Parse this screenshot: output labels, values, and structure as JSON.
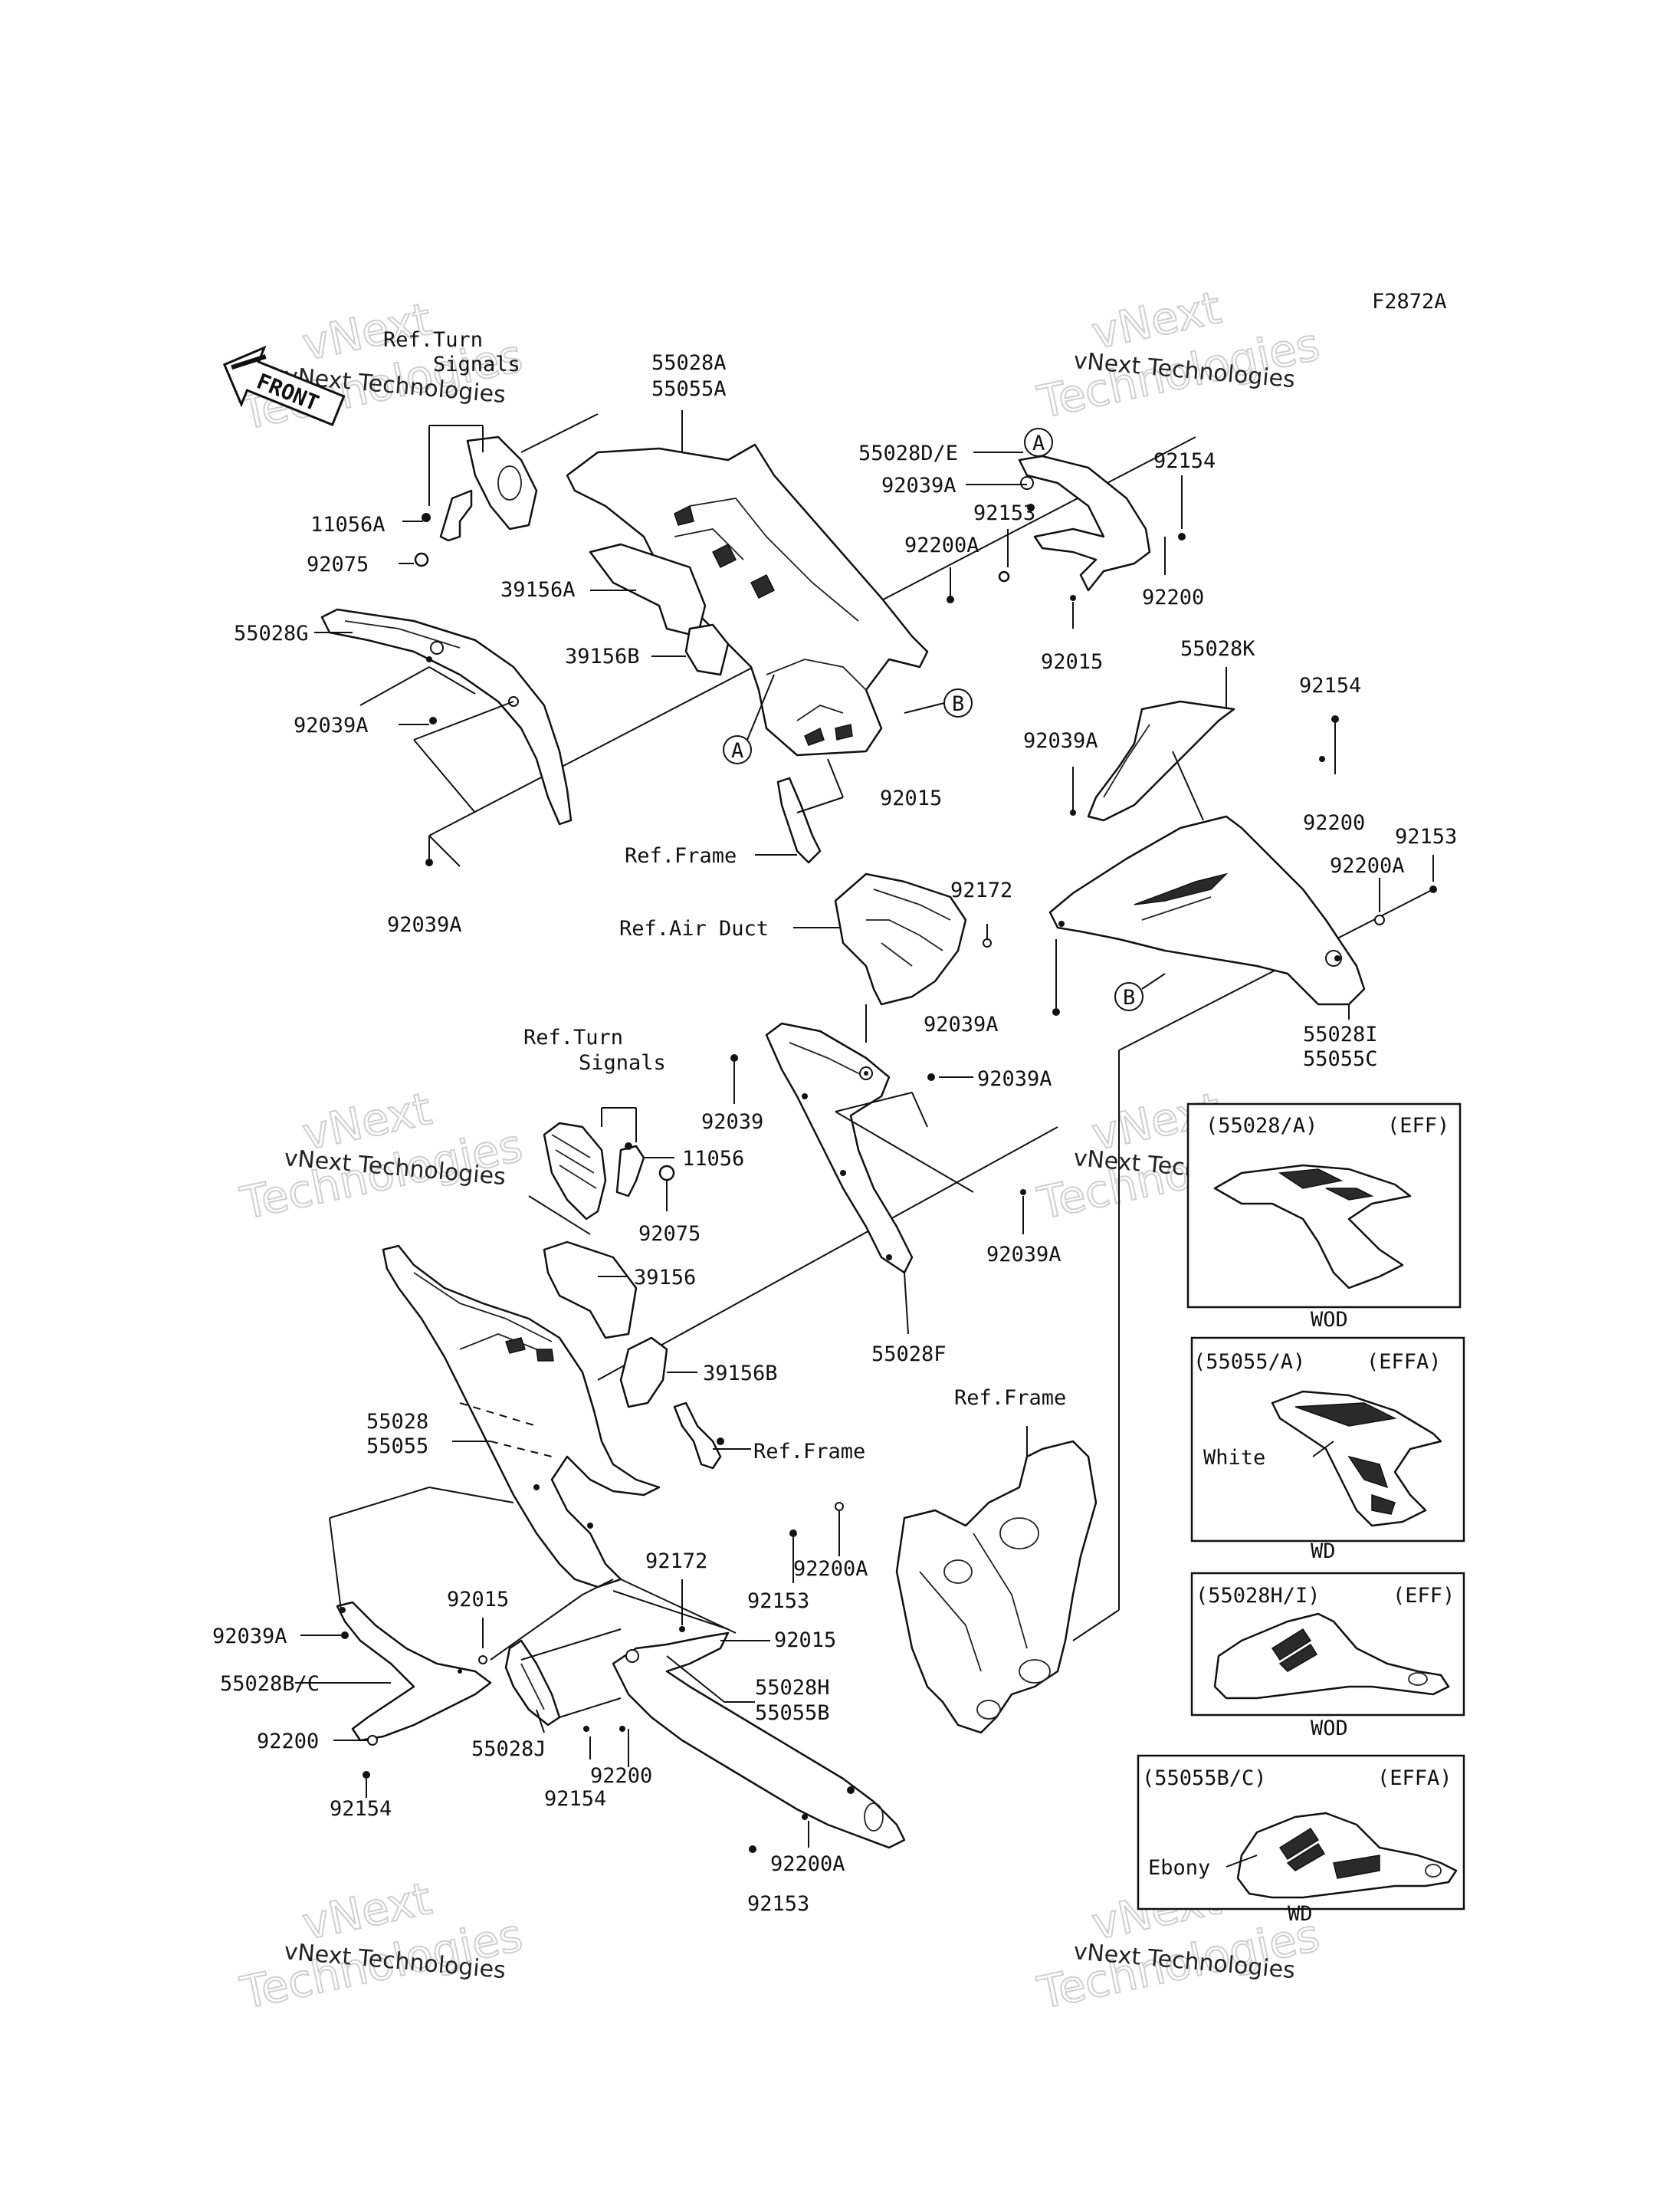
{
  "figure_code": "F2872A",
  "front_arrow": "FRONT",
  "watermark": {
    "line1": "vNext Technologies",
    "line2": "Technologies",
    "line3": "vNext"
  },
  "callouts": {
    "circle_a": "A",
    "circle_b": "B"
  },
  "labels": {
    "ref_turn_signals_top": "Ref.Turn",
    "ref_turn_signals_top2": "Signals",
    "ref_turn_signals_mid": "Ref.Turn",
    "ref_turn_signals_mid2": "Signals",
    "p55028A": "55028A",
    "p55055A": "55055A",
    "p55028DE": "55028D/E",
    "p92039A_1": "92039A",
    "p92153_1": "92153",
    "p92154_1": "92154",
    "p92200A_1": "92200A",
    "p92200_1": "92200",
    "p92015_1": "92015",
    "p11056A": "11056A",
    "p92075_1": "92075",
    "p39156A": "39156A",
    "p39156B_1": "39156B",
    "p55028G": "55028G",
    "p92039A_2": "92039A",
    "p92039A_3": "92039A",
    "p92015_2": "92015",
    "ref_frame_1": "Ref.Frame",
    "p55028K": "55028K",
    "p92039A_4": "92039A",
    "p92154_2": "92154",
    "p92200_2": "92200",
    "p92153_2": "92153",
    "p92200A_2": "92200A",
    "p92172_1": "92172",
    "ref_air_duct": "Ref.Air Duct",
    "p92039A_5": "92039A",
    "p55028I": "55028I",
    "p55055C": "55055C",
    "p92039": "92039",
    "p92039A_6": "92039A",
    "p11056": "11056",
    "p92075_2": "92075",
    "p92039A_7": "92039A",
    "p39156": "39156",
    "p39156B_2": "39156B",
    "p55028F": "55028F",
    "ref_frame_2": "Ref.Frame",
    "ref_frame_3": "Ref.Frame",
    "p55028": "55028",
    "p55055": "55055",
    "p92200A_3": "92200A",
    "p92153_3": "92153",
    "p92172_2": "92172",
    "p92015_3": "92015",
    "p92015_4": "92015",
    "p92039A_8": "92039A",
    "p55028BC": "55028B/C",
    "p55028H": "55028H",
    "p55055B": "55055B",
    "p55028J": "55028J",
    "p92200_3": "92200",
    "p92200_4": "92200",
    "p92154_3": "92154",
    "p92154_4": "92154",
    "p92200A_4": "92200A",
    "p92153_4": "92153"
  },
  "variant_boxes": [
    {
      "part": "(55028/A)",
      "code": "(EFF)",
      "color": "",
      "footer": "WOD"
    },
    {
      "part": "(55055/A)",
      "code": "(EFFA)",
      "color": "White",
      "footer": "WD"
    },
    {
      "part": "(55028H/I)",
      "code": "(EFF)",
      "color": "",
      "footer": "WOD"
    },
    {
      "part": "(55055B/C)",
      "code": "(EFFA)",
      "color": "Ebony",
      "footer": "WD"
    }
  ]
}
